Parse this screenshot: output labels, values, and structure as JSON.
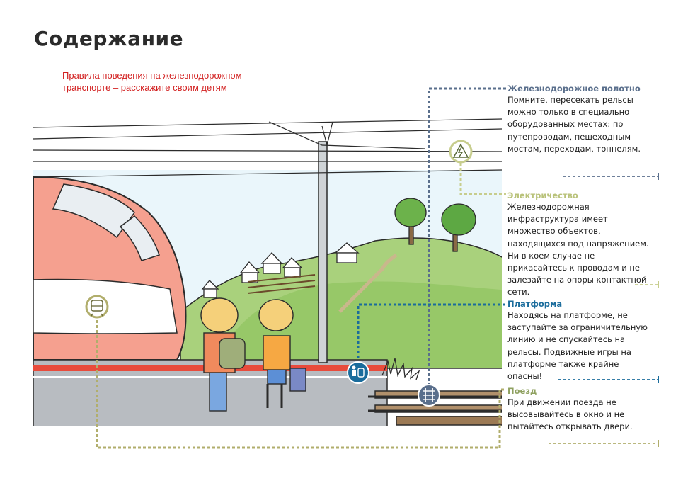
{
  "page": {
    "title": "Содержание",
    "subtitle": "Правила поведения на железнодорожном транспорте – расскажите своим детям"
  },
  "sections": [
    {
      "title": "Железнодорожное полотно",
      "text": "Помните, пересекать рельсы можно только в специально оборудованных местах: по путепроводам, пешеходным мостам, переходам, тоннелям.",
      "color": "#5a6f8c"
    },
    {
      "title": "Электричество",
      "text": "Железнодорожная инфраструктура имеет множество объектов, находящихся под напряжением. Ни в коем случае не прикасайтесь к проводам и не залезайте на опоры контактной сети.",
      "color": "#b9c27a"
    },
    {
      "title": "Платформа",
      "text": "Находясь на платформе, не заступайте за ограничительную линию и не спускайтесь на рельсы. Подвижные игры на платформе также крайне опасны!",
      "color": "#1a6c9c"
    },
    {
      "title": "Поезд",
      "text": "При движении поезда не высовывайтесь в окно и не пытайтесь открывать двери.",
      "color": "#8fa160"
    }
  ],
  "icons": {
    "electricity": "high-voltage-icon",
    "train": "train-icon",
    "platform": "passengers-icon",
    "track": "rails-icon"
  }
}
